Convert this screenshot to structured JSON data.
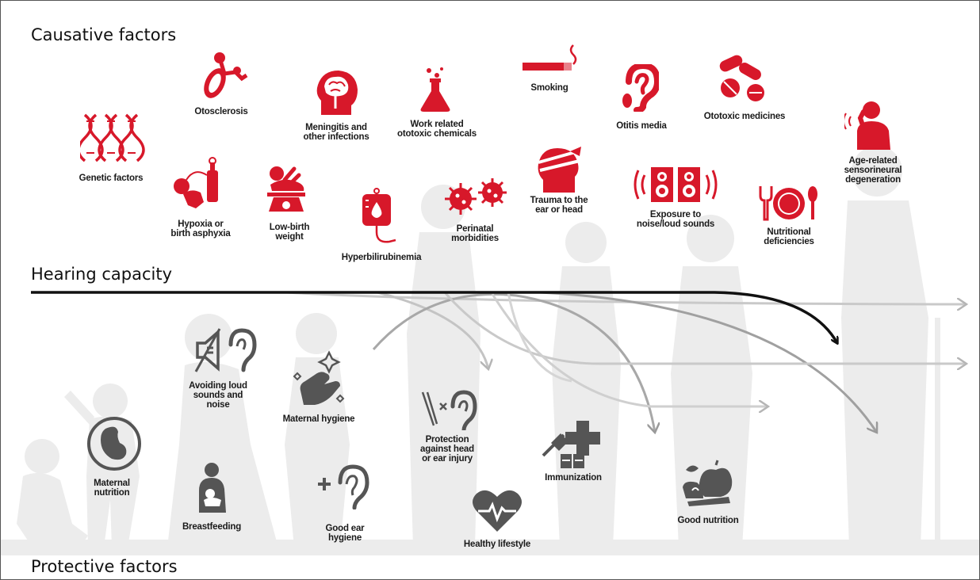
{
  "headings": {
    "causative": "Causative factors",
    "hearing": "Hearing capacity",
    "protective": "Protective factors"
  },
  "causative_factors": [
    {
      "label": "Genetic factors",
      "icon": "dna-icon"
    },
    {
      "label": "Otosclerosis",
      "icon": "middle-ear-bones-icon"
    },
    {
      "label": "Meningitis and\nother infections",
      "icon": "brain-head-icon"
    },
    {
      "label": "Work related\nototoxic chemicals",
      "icon": "flask-icon"
    },
    {
      "label": "Smoking",
      "icon": "cigarette-icon"
    },
    {
      "label": "Otitis media",
      "icon": "ear-icon"
    },
    {
      "label": "Ototoxic medicines",
      "icon": "pills-icon"
    },
    {
      "label": "Age-related\nsensorineural\ndegeneration",
      "icon": "elderly-listening-icon"
    },
    {
      "label": "Hypoxia or\nbirth asphyxia",
      "icon": "infant-oxygen-icon"
    },
    {
      "label": "Low-birth\nweight",
      "icon": "baby-scale-icon"
    },
    {
      "label": "Hyperbilirubinemia",
      "icon": "iv-bag-icon"
    },
    {
      "label": "Perinatal\nmorbidities",
      "icon": "virus-icon"
    },
    {
      "label": "Trauma to the\near or head",
      "icon": "bandaged-head-icon"
    },
    {
      "label": "Exposure to\nnoise/loud sounds",
      "icon": "speakers-icon"
    },
    {
      "label": "Nutritional\ndeficiencies",
      "icon": "fork-plate-spoon-icon"
    }
  ],
  "protective_factors": [
    {
      "label": "Avoiding loud\nsounds and\nnoise",
      "icon": "speaker-ear-icon"
    },
    {
      "label": "Maternal hygiene",
      "icon": "clean-hand-icon"
    },
    {
      "label": "Protection\nagainst head\nor ear injury",
      "icon": "ear-protection-icon"
    },
    {
      "label": "Maternal\nnutrition",
      "icon": "fetus-icon"
    },
    {
      "label": "Breastfeeding",
      "icon": "breastfeeding-icon"
    },
    {
      "label": "Good ear\nhygiene",
      "icon": "ear-plus-icon"
    },
    {
      "label": "Healthy lifestyle",
      "icon": "heart-pulse-icon"
    },
    {
      "label": "Immunization",
      "icon": "syringe-icon"
    },
    {
      "label": "Good nutrition",
      "icon": "fruit-vegetables-icon"
    }
  ],
  "colors": {
    "causative": "#d7182a",
    "protective": "#555555",
    "silhouette": "#ececec",
    "main_line": "#111111"
  }
}
